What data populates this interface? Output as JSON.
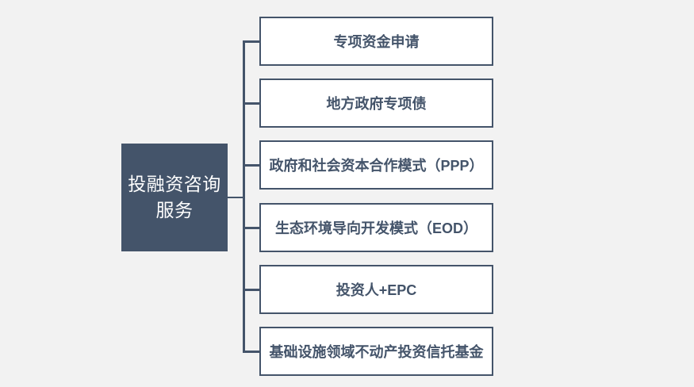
{
  "diagram": {
    "root": {
      "title": "投融资咨询服务",
      "line1": "投融资咨询",
      "line2": "服务"
    },
    "branches": [
      {
        "label": "专项资金申请"
      },
      {
        "label": "地方政府专项债"
      },
      {
        "label": "政府和社会资本合作模式（PPP）"
      },
      {
        "label": "生态环境导向开发模式（EOD）"
      },
      {
        "label": "投资人+EPC"
      },
      {
        "label": "基础设施领域不动产投资信托基金"
      }
    ],
    "colors": {
      "accent": "#44546A",
      "root_fill": "#44546A",
      "root_text": "#FFFFFF",
      "node_fill": "#FFFFFF",
      "node_border": "#44546A",
      "node_text": "#44546A",
      "background": "#F2F2F2"
    }
  }
}
